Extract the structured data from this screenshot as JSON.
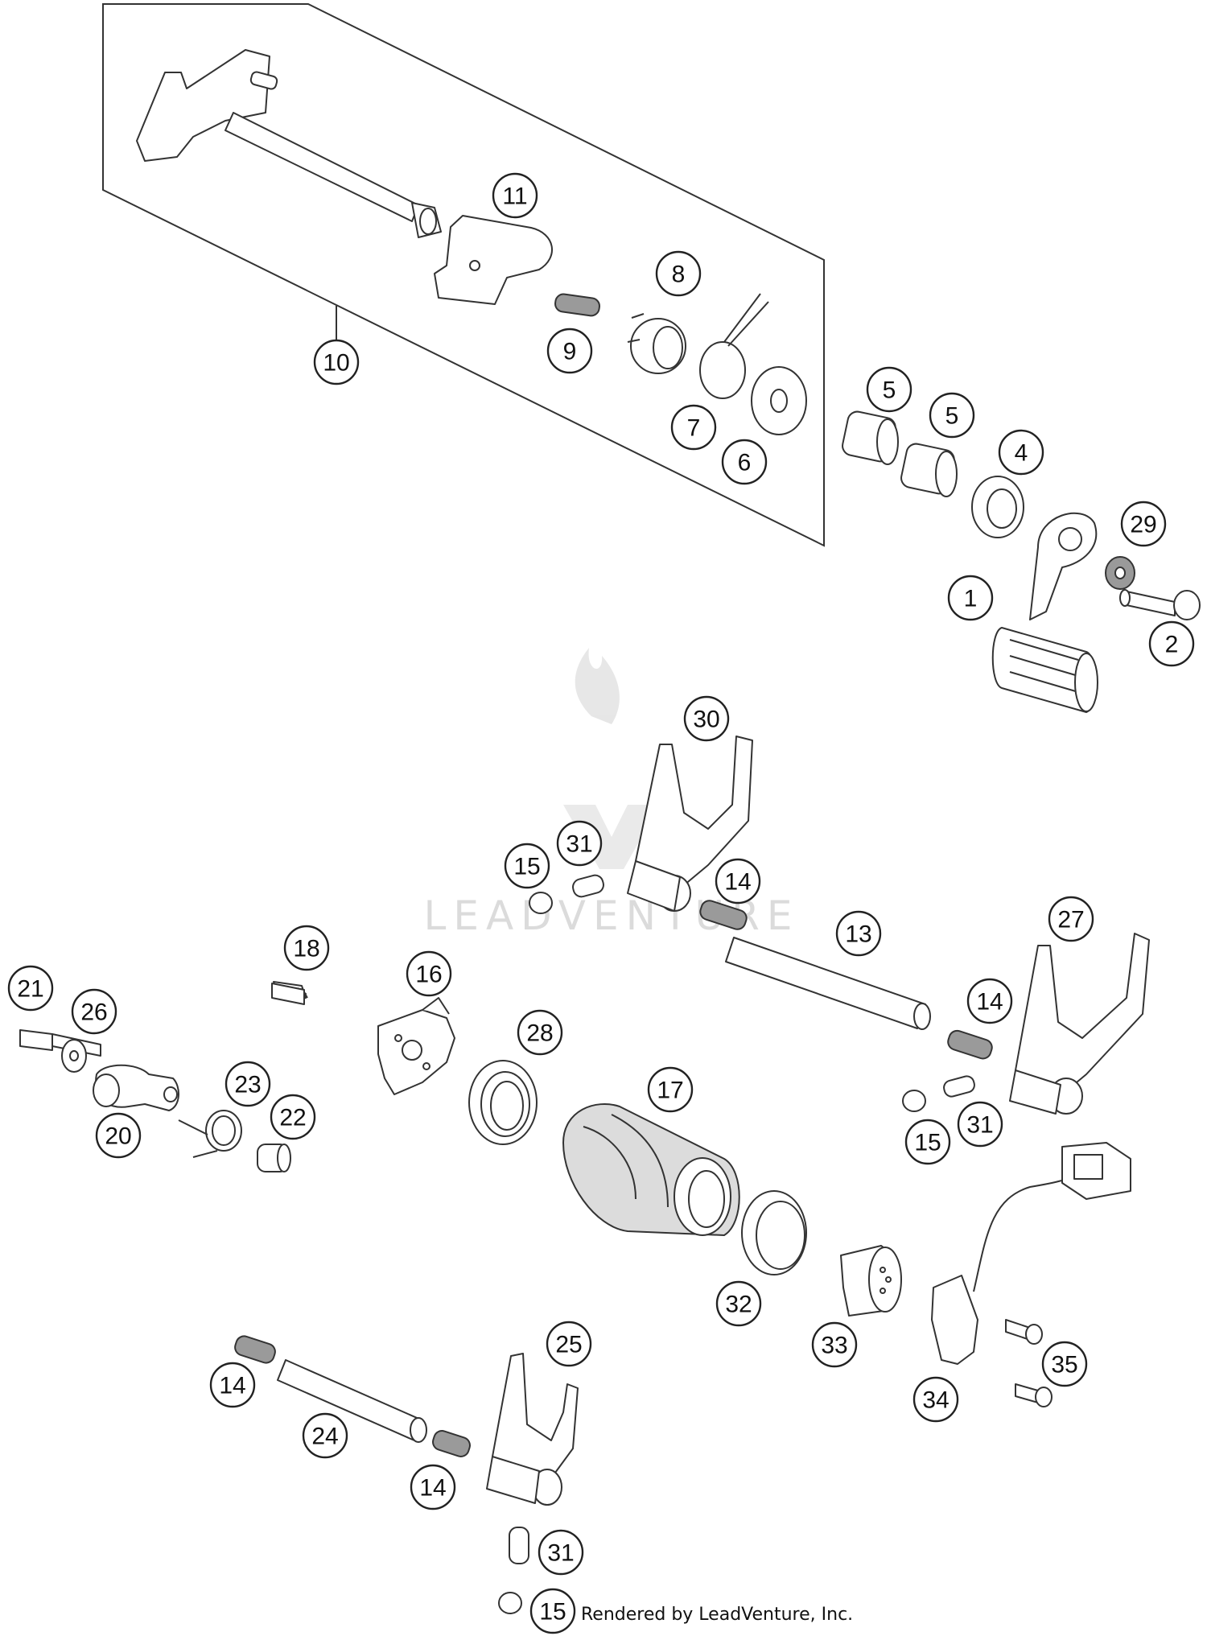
{
  "watermark": {
    "brand": "LEADVENTURE"
  },
  "credit": "Rendered by LeadVenture, Inc.",
  "callouts": [
    {
      "id": "c10",
      "label": "10"
    },
    {
      "id": "c11",
      "label": "11"
    },
    {
      "id": "c9",
      "label": "9"
    },
    {
      "id": "c8",
      "label": "8"
    },
    {
      "id": "c7",
      "label": "7"
    },
    {
      "id": "c6",
      "label": "6"
    },
    {
      "id": "c5a",
      "label": "5"
    },
    {
      "id": "c5b",
      "label": "5"
    },
    {
      "id": "c4",
      "label": "4"
    },
    {
      "id": "c29",
      "label": "29"
    },
    {
      "id": "c1",
      "label": "1"
    },
    {
      "id": "c2",
      "label": "2"
    },
    {
      "id": "c30",
      "label": "30"
    },
    {
      "id": "c15a",
      "label": "15"
    },
    {
      "id": "c31a",
      "label": "31"
    },
    {
      "id": "c14a",
      "label": "14"
    },
    {
      "id": "c13",
      "label": "13"
    },
    {
      "id": "c27",
      "label": "27"
    },
    {
      "id": "c14b",
      "label": "14"
    },
    {
      "id": "c15b",
      "label": "15"
    },
    {
      "id": "c31b",
      "label": "31"
    },
    {
      "id": "c18",
      "label": "18"
    },
    {
      "id": "c16",
      "label": "16"
    },
    {
      "id": "c21",
      "label": "21"
    },
    {
      "id": "c26",
      "label": "26"
    },
    {
      "id": "c20",
      "label": "20"
    },
    {
      "id": "c23",
      "label": "23"
    },
    {
      "id": "c22",
      "label": "22"
    },
    {
      "id": "c28",
      "label": "28"
    },
    {
      "id": "c17",
      "label": "17"
    },
    {
      "id": "c32",
      "label": "32"
    },
    {
      "id": "c33",
      "label": "33"
    },
    {
      "id": "c34",
      "label": "34"
    },
    {
      "id": "c35",
      "label": "35"
    },
    {
      "id": "c14c",
      "label": "14"
    },
    {
      "id": "c24",
      "label": "24"
    },
    {
      "id": "c25",
      "label": "25"
    },
    {
      "id": "c14d",
      "label": "14"
    },
    {
      "id": "c31c",
      "label": "31"
    },
    {
      "id": "c15c",
      "label": "15"
    }
  ]
}
